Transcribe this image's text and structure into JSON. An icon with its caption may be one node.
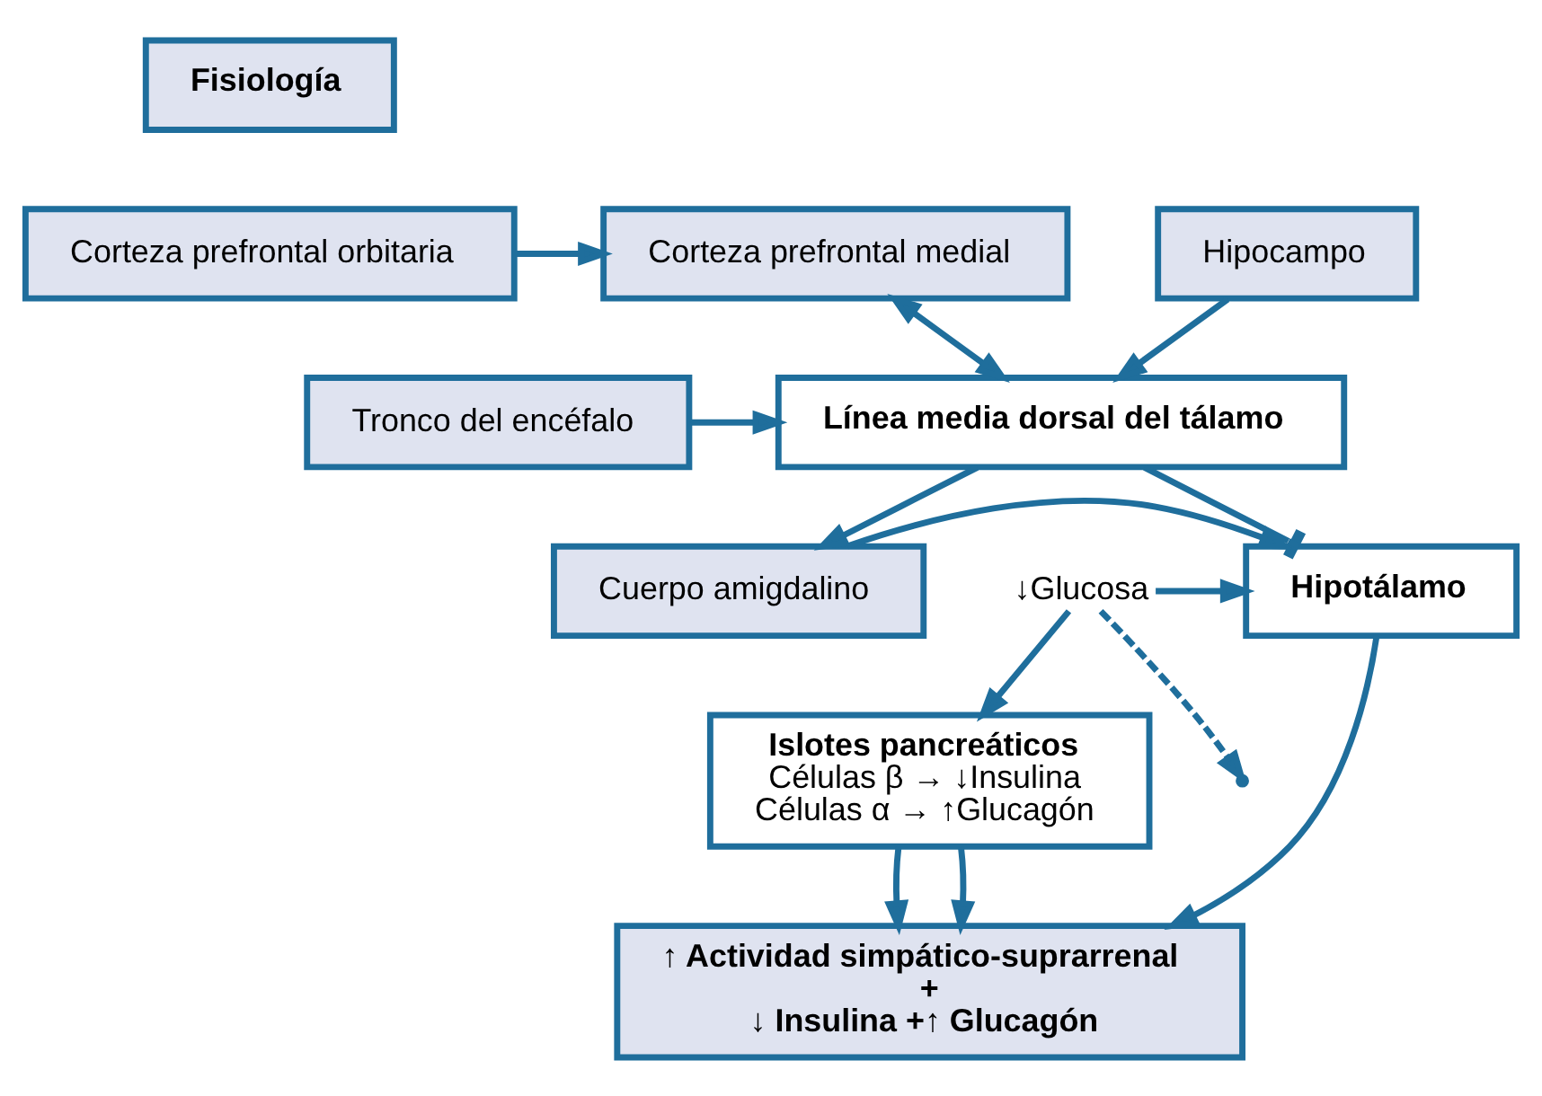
{
  "diagram": {
    "nodes": [
      {
        "text": [
          "Fisiología"
        ]
      },
      {
        "text": [
          "Corteza prefrontal orbitaria"
        ]
      },
      {
        "text": [
          "Corteza prefrontal medial"
        ]
      },
      {
        "text": [
          "Hipocampo"
        ]
      },
      {
        "text": [
          "Línea media dorsal del tálamo"
        ]
      },
      {
        "text": [
          "Tronco del encéfalo"
        ]
      },
      {
        "text": [
          "Cuerpo amigdalino"
        ]
      },
      {
        "text": [
          "↓Glucosa"
        ]
      },
      {
        "text": [
          "Hipotálamo"
        ]
      },
      {
        "text": [
          "↑ Actividad simpático-suprarrenal",
          "+",
          "↓ Insulina +↑ Glucagón"
        ]
      },
      {
        "text": [
          "Islotes pancreáticos",
          "Células β → ↓Insulina",
          "Células α → ↑Glucagón"
        ]
      }
    ],
    "edges": [
      {
        "from": 1,
        "to": 2,
        "arrow": "to"
      },
      {
        "from": 2,
        "to": 4,
        "arrow": "both"
      },
      {
        "from": 3,
        "to": 4,
        "arrow": "to"
      },
      {
        "from": 5,
        "to": 4,
        "arrow": "to"
      },
      {
        "from": 4,
        "to": 6,
        "arrow": "to"
      },
      {
        "from": 4,
        "to": 8,
        "arrow": "other"
      },
      {
        "from": 6,
        "to": 8,
        "arrow": "to"
      },
      {
        "from": 7,
        "to": null,
        "arrow": "to",
        "style": "dashed"
      },
      {
        "from": 7,
        "to": 8,
        "arrow": "to"
      },
      {
        "from": 7,
        "to": 10,
        "arrow": "to"
      },
      {
        "from": 8,
        "to": 9,
        "arrow": "to"
      },
      {
        "from": 10,
        "to": 9,
        "arrow": "to"
      },
      {
        "from": 10,
        "to": 9,
        "arrow": "to"
      }
    ]
  }
}
